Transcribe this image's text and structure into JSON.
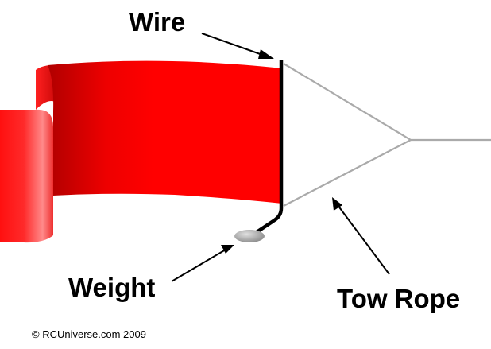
{
  "labels": {
    "wire": "Wire",
    "weight": "Weight",
    "tow_rope": "Tow Rope"
  },
  "copyright": "© RCUniverse.com 2009",
  "colors": {
    "banner": "#ff0000",
    "wire": "#000000",
    "rope": "#aaaaaa",
    "weight": "#a8a8a8"
  }
}
